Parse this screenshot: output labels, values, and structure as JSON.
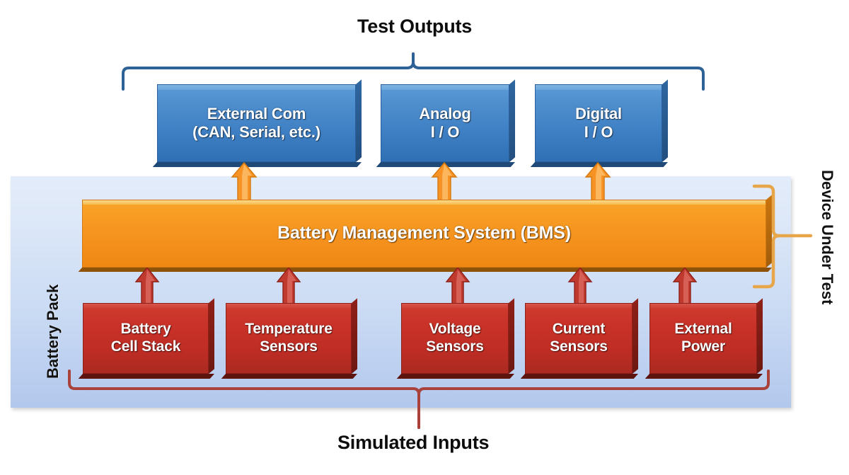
{
  "diagram": {
    "title_top": "Test Outputs",
    "title_bottom": "Simulated Inputs",
    "label_left": "Battery Pack",
    "label_right": "Device Under Test"
  },
  "outputs": [
    {
      "line1": "External Com",
      "line2": "(CAN, Serial, etc.)"
    },
    {
      "line1": "Analog",
      "line2": "I / O"
    },
    {
      "line1": "Digital",
      "line2": "I / O"
    }
  ],
  "controller": {
    "label": "Battery Management System (BMS)"
  },
  "inputs": [
    {
      "line1": "Battery",
      "line2": "Cell Stack"
    },
    {
      "line1": "Temperature",
      "line2": "Sensors"
    },
    {
      "line1": "Voltage",
      "line2": "Sensors"
    },
    {
      "line1": "Current",
      "line2": "Sensors"
    },
    {
      "line1": "External",
      "line2": "Power"
    }
  ],
  "colors": {
    "output_box": "#3f80c4",
    "controller_box": "#f4901c",
    "input_box": "#c93228",
    "pack_panel": "#ccdcf4",
    "output_brace": "#2e6296",
    "controller_brace": "#e8a64a",
    "input_brace": "#a8423a",
    "output_arrow": "#f08a1e",
    "input_arrow": "#c0392e",
    "text_on_box": "#ffffff",
    "text_label": "#0d0d0d"
  }
}
